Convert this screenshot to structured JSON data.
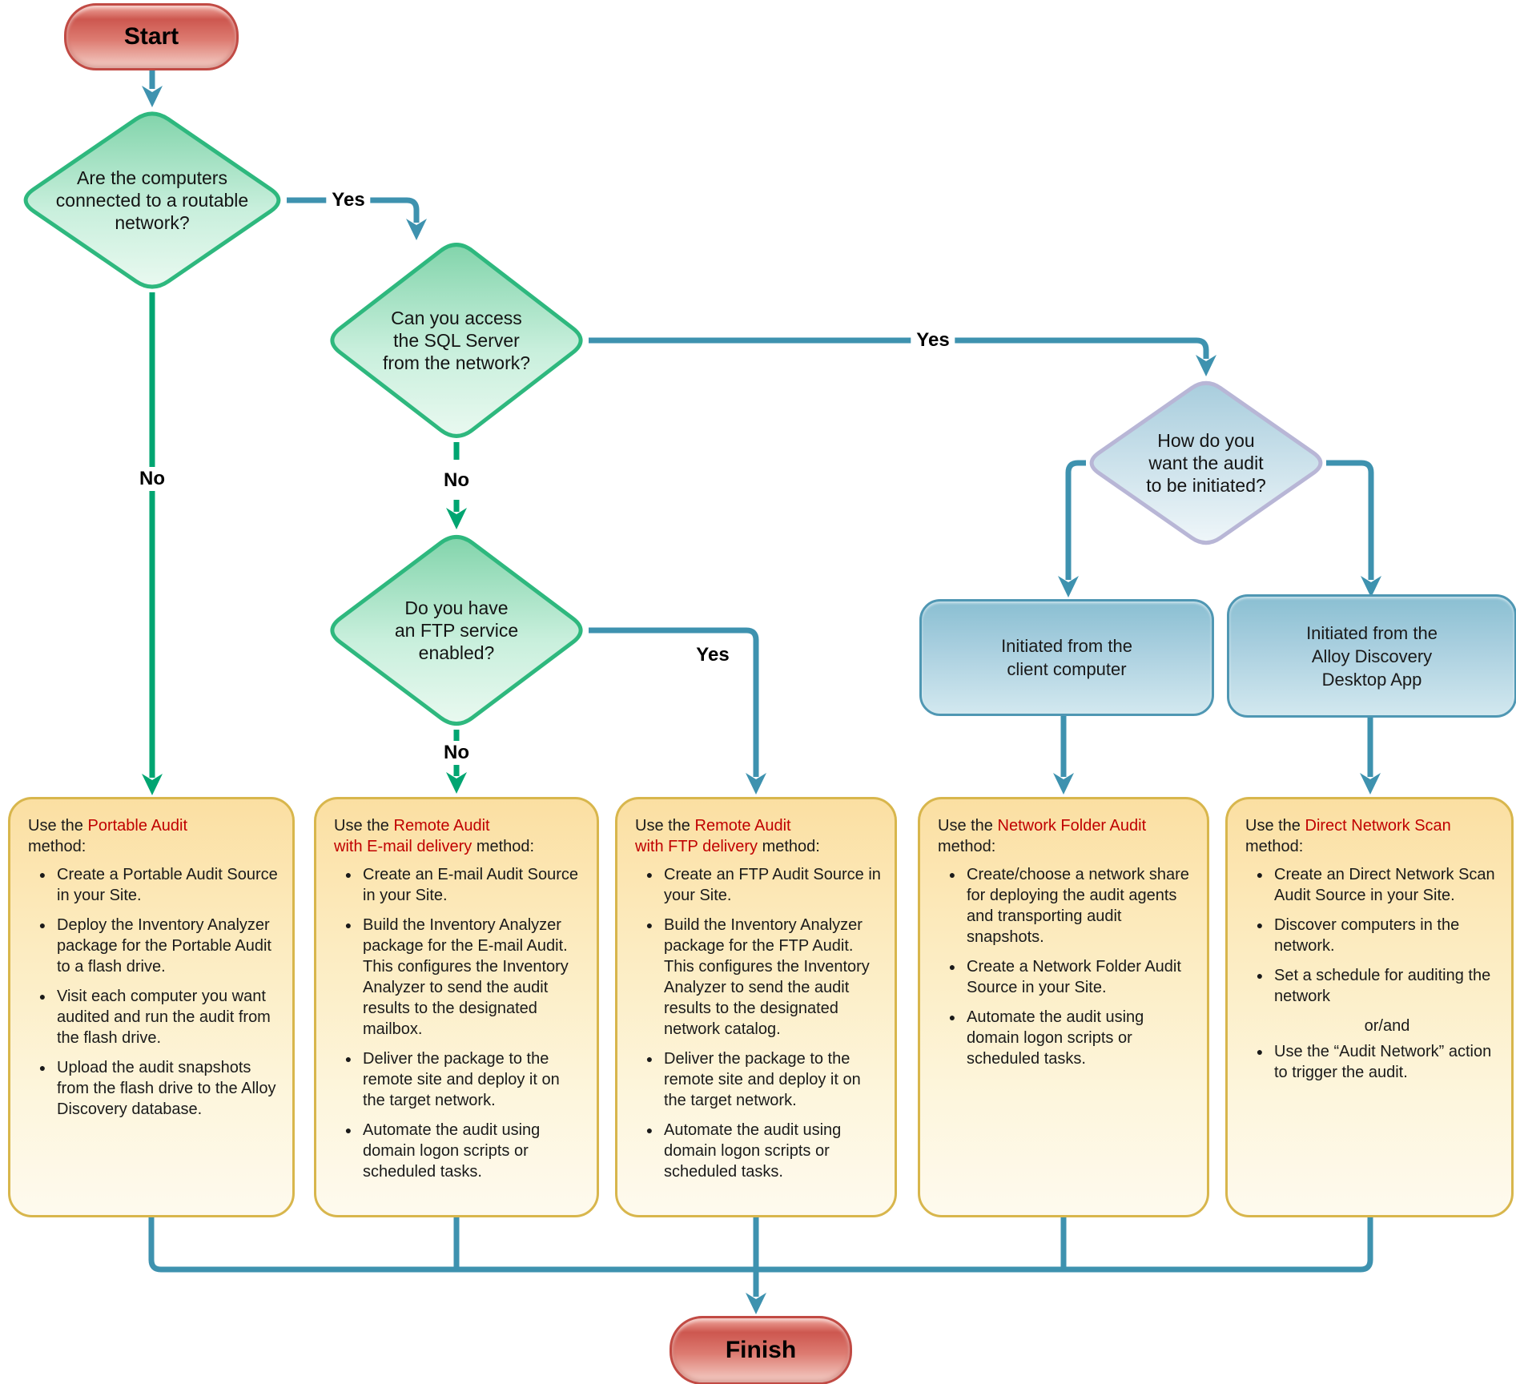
{
  "diagram": {
    "start_label": "Start",
    "finish_label": "Finish",
    "decisions": {
      "routable": {
        "l1": "Are the computers",
        "l2": "connected to a routable",
        "l3": "network?"
      },
      "sql": {
        "l1": "Can you access",
        "l2": "the SQL Server",
        "l3": "from the network?"
      },
      "ftp": {
        "l1": "Do you have",
        "l2": "an FTP service",
        "l3": "enabled?"
      },
      "initiation": {
        "l1": "How do you",
        "l2": "want the audit",
        "l3": "to be initiated?"
      }
    },
    "edges": {
      "routable_yes": "Yes",
      "routable_no": "No",
      "sql_yes": "Yes",
      "sql_no": "No",
      "ftp_yes": "Yes",
      "ftp_no": "No"
    },
    "initiation_options": {
      "client": {
        "l1": "Initiated from the",
        "l2": "client computer",
        "l3": ""
      },
      "desktop": {
        "l1": "Initiated from the",
        "l2": "Alloy Discovery",
        "l3": "Desktop App"
      }
    },
    "methods": [
      {
        "lead": "Use the",
        "name1": "Portable Audit",
        "name2": "",
        "tail": "method:",
        "bullets": [
          "Create a Portable Audit Source in your Site.",
          "Deploy the Inventory Analyzer package for the Portable Audit to a flash drive.",
          "Visit each computer you want audited and run the audit from the flash drive.",
          "Upload the audit snapshots from the flash drive to the Alloy Discovery database."
        ]
      },
      {
        "lead": "Use the",
        "name1": "Remote Audit",
        "name2": "with E-mail delivery",
        "tail": "method:",
        "bullets": [
          "Create an E-mail Audit Source in your Site.",
          "Build the Inventory Analyzer package for the E-mail Audit. This configures the Inventory Analyzer to send the audit results to the designated mailbox.",
          "Deliver the package to the remote site and deploy it on the target network.",
          "Automate the audit using domain logon scripts or scheduled tasks."
        ]
      },
      {
        "lead": "Use the",
        "name1": "Remote Audit",
        "name2": "with FTP delivery",
        "tail": "method:",
        "bullets": [
          "Create an FTP Audit Source in your Site.",
          "Build the Inventory Analyzer package for the FTP Audit. This configures the Inventory Analyzer to send the audit results to the designated network catalog.",
          "Deliver the package to the remote site and deploy it on the target network.",
          "Automate the audit using domain logon scripts or scheduled tasks."
        ]
      },
      {
        "lead": "Use the",
        "name1": "Network Folder Audit",
        "name2": "",
        "tail": "method:",
        "bullets": [
          "Create/choose a network share for deploying the audit agents and transporting audit snapshots.",
          "Create a Network Folder Audit Source in your Site.",
          "Automate the audit using domain logon scripts or scheduled tasks."
        ]
      },
      {
        "lead": "Use the",
        "name1": "Direct Network Scan",
        "name2": "",
        "tail": "method:",
        "bullets": [
          "Create an Direct Network Scan Audit Source in your Site.",
          "Discover computers in the network.",
          "Set a schedule for auditing the network"
        ],
        "orand": "or/and",
        "final_bullet": "Use the “Audit Network” action to trigger the audit."
      }
    ],
    "colors": {
      "connector_teal": "#3e92af",
      "connector_green": "#00a571",
      "method_name_red": "#c00000",
      "green_diamond_border": "#2eb87e",
      "yellow_card_border": "#d8b64c",
      "pill_border": "#c14a44"
    }
  }
}
